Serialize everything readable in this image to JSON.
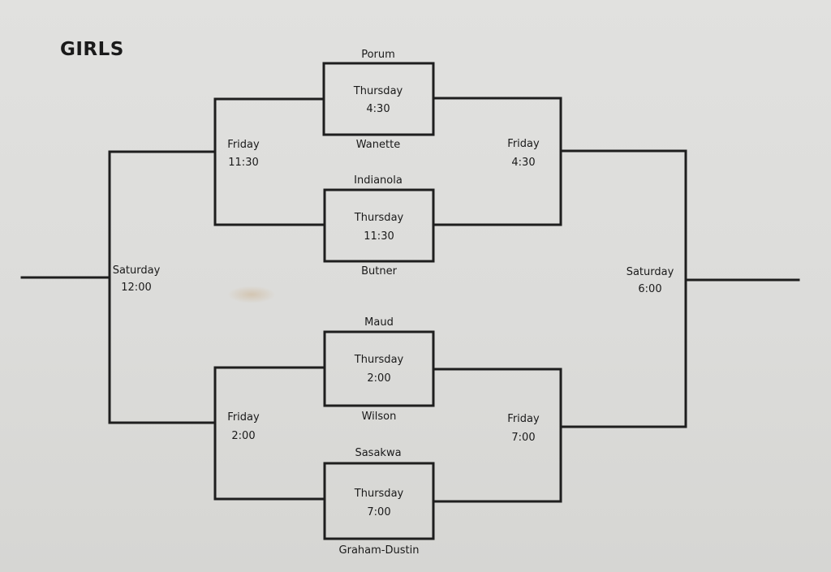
{
  "title": "GIRLS",
  "teams": {
    "porum": "Porum",
    "wanette": "Wanette",
    "indianola": "Indianola",
    "butner": "Butner",
    "maud": "Maud",
    "wilson": "Wilson",
    "sasakwa": "Sasakwa",
    "graham_dustin": "Graham-Dustin"
  },
  "first_round": [
    {
      "day": "Thursday",
      "time": "4:30"
    },
    {
      "day": "Thursday",
      "time": "11:30"
    },
    {
      "day": "Thursday",
      "time": "2:00"
    },
    {
      "day": "Thursday",
      "time": "7:00"
    }
  ],
  "semifinals": {
    "left_top": {
      "day": "Friday",
      "time": "11:30"
    },
    "right_top": {
      "day": "Friday",
      "time": "4:30"
    },
    "left_bottom": {
      "day": "Friday",
      "time": "2:00"
    },
    "right_bottom": {
      "day": "Friday",
      "time": "7:00"
    }
  },
  "finals": {
    "left": {
      "day": "Saturday",
      "time": "12:00"
    },
    "right": {
      "day": "Saturday",
      "time": "6:00"
    }
  }
}
